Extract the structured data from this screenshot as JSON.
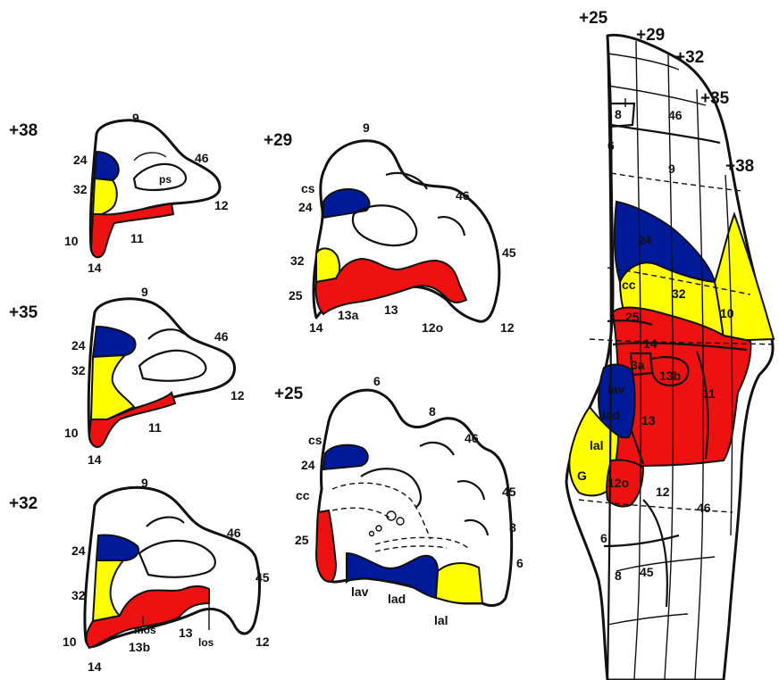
{
  "colors": {
    "red": "#ee1111",
    "yellow": "#ffff00",
    "blue": "#001a99",
    "outline": "#111111"
  },
  "sections": {
    "s38": {
      "level": "+38",
      "labels": {
        "a9": "9",
        "a24": "24",
        "a46": "46",
        "ps": "ps",
        "a32": "32",
        "a12": "12",
        "a10": "10",
        "a11": "11",
        "a14": "14"
      }
    },
    "s35": {
      "level": "+35",
      "labels": {
        "a9": "9",
        "a24": "24",
        "a46": "46",
        "a32": "32",
        "a12": "12",
        "a10": "10",
        "a11": "11",
        "a14": "14"
      }
    },
    "s32": {
      "level": "+32",
      "labels": {
        "a9": "9",
        "a24": "24",
        "a46": "46",
        "a45": "45",
        "a32": "32",
        "mos": "mos",
        "a10": "10",
        "a13b": "13b",
        "a13": "13",
        "los": "los",
        "a12": "12",
        "a14": "14"
      }
    },
    "s29": {
      "level": "+29",
      "labels": {
        "a9": "9",
        "cs": "cs",
        "a24": "24",
        "a46": "46",
        "a45": "45",
        "a32": "32",
        "a25": "25",
        "a14": "14",
        "a13a": "13a",
        "a13": "13",
        "a12o": "12o",
        "a12": "12"
      }
    },
    "s25": {
      "level": "+25",
      "labels": {
        "a6": "6",
        "a8": "8",
        "cs": "cs",
        "a46": "46",
        "a24": "24",
        "a45": "45",
        "cc": "cc",
        "a8b": "8",
        "a25": "25",
        "a6b": "6",
        "lav": "lav",
        "lad": "lad",
        "lal": "lal"
      }
    }
  },
  "surface": {
    "levels": [
      "+25",
      "+29",
      "+32",
      "+35",
      "+38"
    ],
    "labels": {
      "a8": "8",
      "a46": "46",
      "a6": "6",
      "a9": "9",
      "a24": "24",
      "cc": "cc",
      "a32": "32",
      "a10": "10",
      "a25": "25",
      "a14": "14",
      "a13a": "3a",
      "a13b": "13b",
      "lav": "lav",
      "a11": "11",
      "lad": "lad",
      "a13": "13",
      "lal": "lal",
      "G": "G",
      "a12o": "12o",
      "a12": "12",
      "a46b": "46",
      "a6b": "6",
      "a8b": "8",
      "a45": "45"
    }
  }
}
